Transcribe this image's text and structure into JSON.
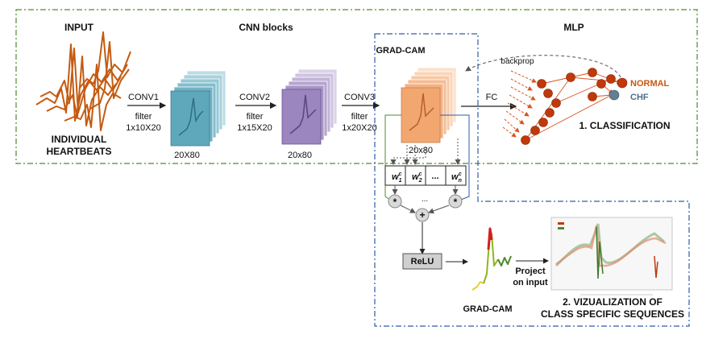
{
  "sections": {
    "input": "INPUT",
    "cnn": "CNN blocks",
    "mlp": "MLP",
    "gradcam_title": "GRAD-CAM",
    "input_caption_line1": "INDIVIDUAL",
    "input_caption_line2": "HEARTBEATS"
  },
  "conv": [
    {
      "name": "CONV1",
      "filter_label": "filter",
      "filter_size": "1x10X20",
      "output": "20X80"
    },
    {
      "name": "CONV2",
      "filter_label": "filter",
      "filter_size": "1x15X20",
      "output": "20x80"
    },
    {
      "name": "CONV3",
      "filter_label": "filter",
      "filter_size": "1x20X20",
      "output": "20x80"
    }
  ],
  "fc_label": "FC",
  "backprop_label": "backprop",
  "classes": {
    "normal": "NORMAL",
    "chf": "CHF"
  },
  "classification_label": "1. CLASSIFICATION",
  "weights": {
    "w1": "w",
    "w2": "w",
    "dots": "...",
    "wn": "w",
    "sup": "c",
    "sub1": "1",
    "sub2": "2",
    "subn": "n"
  },
  "ops": {
    "mult": "*",
    "plus": "+",
    "dots": "..."
  },
  "relu_label": "ReLU",
  "gradcam_output_label": "GRAD-CAM",
  "project_line1": "Project",
  "project_line2": "on input",
  "viz_line1": "2. VIZUALIZATION OF",
  "viz_line2": "CLASS SPECIFIC SEQUENCES",
  "colors": {
    "ecg": "#c55a11",
    "teal": "#4d9db0",
    "purple": "#8064a2",
    "peach": "#f4b183",
    "green_dash": "#4e8a2e",
    "blue_dash": "#2e5da8",
    "node": "#c0390b",
    "chf": "#5f7f94",
    "normal_text": "#c55a11",
    "chf_text": "#4a6f8c"
  }
}
